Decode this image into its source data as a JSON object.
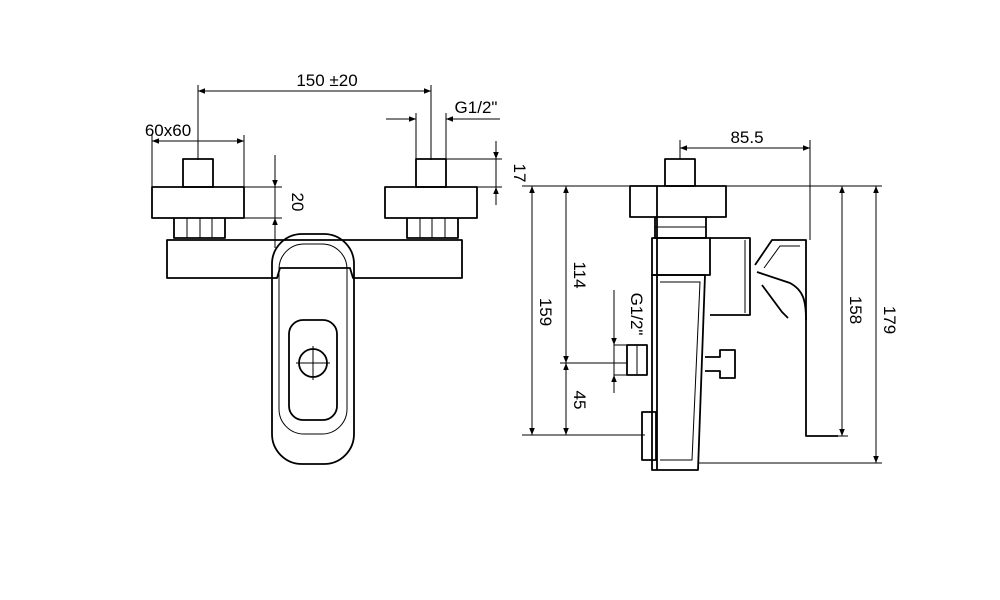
{
  "colors": {
    "stroke": "#000000",
    "background": "#ffffff"
  },
  "front_view": {
    "center_distance_label": "150 ±20",
    "flange_size_label": "60x60",
    "thread_label": "G1/2\"",
    "flange_offset_label": "20",
    "thread_length_label": "17"
  },
  "side_view": {
    "projection_label": "85.5",
    "thread_label": "G1/2\"",
    "height_114_label": "114",
    "height_159_label": "159",
    "height_45_label": "45",
    "height_158_label": "158",
    "height_179_label": "179"
  }
}
